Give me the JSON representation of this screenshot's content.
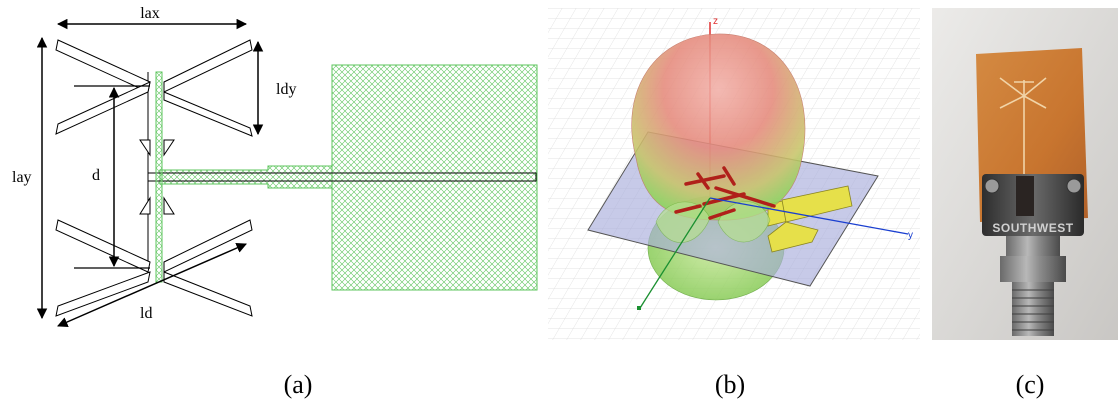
{
  "panel_a": {
    "dimension_labels": {
      "lax": "lax",
      "lay": "lay",
      "ldy": "ldy",
      "d": "d",
      "ld": "ld"
    }
  },
  "panel_b": {
    "axis_labels": {
      "z": "z",
      "y": "y"
    },
    "colors": {
      "pattern_top": "#e58a7c",
      "pattern_bottom": "#8cd45a",
      "substrate": "#a9aedb",
      "feed": "#e6e04a",
      "dipoles": "#b0201a",
      "axis_z": "#e03030",
      "axis_y": "#1a3fd0",
      "axis_x": "#1a9030"
    }
  },
  "panel_c": {
    "engraved_text": "SOUTHWEST",
    "colors": {
      "substrate": "#c8752f",
      "connector": "#4a4a4a",
      "background": "#e2e0de"
    }
  },
  "captions": {
    "a": "(a)",
    "b": "(b)",
    "c": "(c)"
  }
}
